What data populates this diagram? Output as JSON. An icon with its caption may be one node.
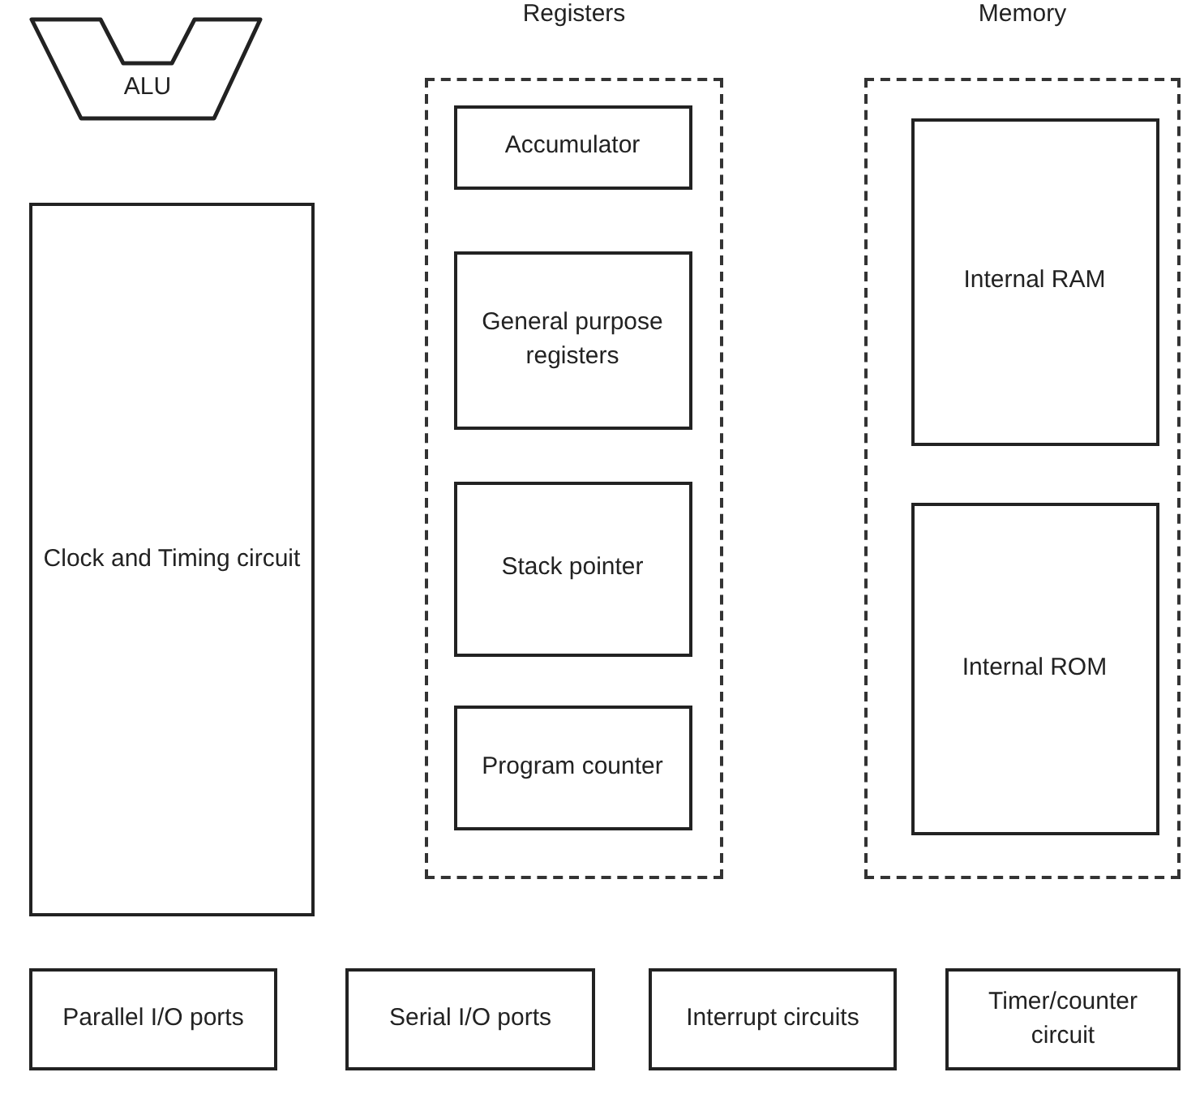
{
  "diagram": {
    "nodes": [
      {
        "text": [
          "ALU"
        ]
      },
      {
        "text": [
          "Clock and Timing circuit"
        ]
      },
      {
        "text": [
          "Registers"
        ]
      },
      {
        "text": [
          "Accumulator"
        ],
        "in": 2
      },
      {
        "text": [
          "General purpose registers"
        ],
        "in": 2
      },
      {
        "text": [
          "Stack pointer"
        ],
        "in": 2
      },
      {
        "text": [
          "Program counter"
        ],
        "in": 2
      },
      {
        "text": [
          "Memory"
        ]
      },
      {
        "text": [
          "Internal RAM"
        ],
        "in": 7
      },
      {
        "text": [
          "Internal ROM"
        ],
        "in": 7
      },
      {
        "text": [
          "Parallel I/O ports"
        ]
      },
      {
        "text": [
          "Serial I/O ports"
        ]
      },
      {
        "text": [
          "Interrupt circuits"
        ]
      },
      {
        "text": [
          "Timer/counter circuit"
        ]
      }
    ]
  }
}
